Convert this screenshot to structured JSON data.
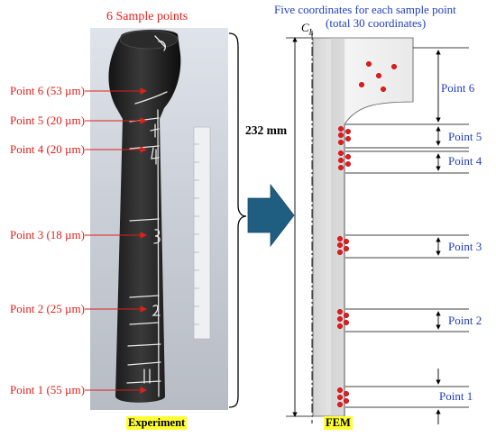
{
  "experiment": {
    "header": "6 Sample points",
    "points": [
      {
        "label": "Point 6 (53 µm)"
      },
      {
        "label": "Point 5 (20 µm)"
      },
      {
        "label": "Point 4 (20 µm)"
      },
      {
        "label": "Point 3 (18 µm)"
      },
      {
        "label": "Point 2 (25 µm)"
      },
      {
        "label": "Point 1 (55 µm)"
      }
    ],
    "caption": "Experiment"
  },
  "dimension": "232 mm",
  "fem": {
    "header_line1": "Five coordinates for each sample point",
    "header_line2": "(total 30 coordinates)",
    "axis_symbol": "C",
    "axis_subscript": "L",
    "points": [
      {
        "label": "Point 6"
      },
      {
        "label": "Point 5"
      },
      {
        "label": "Point 4"
      },
      {
        "label": "Point 3"
      },
      {
        "label": "Point 2"
      },
      {
        "label": "Point 1"
      }
    ],
    "caption": "FEM"
  },
  "colors": {
    "annotation_red": "#e0201c",
    "annotation_blue": "#1f3fbf",
    "arrow_fill": "#1f5e80",
    "caption_highlight": "#ffff33"
  }
}
